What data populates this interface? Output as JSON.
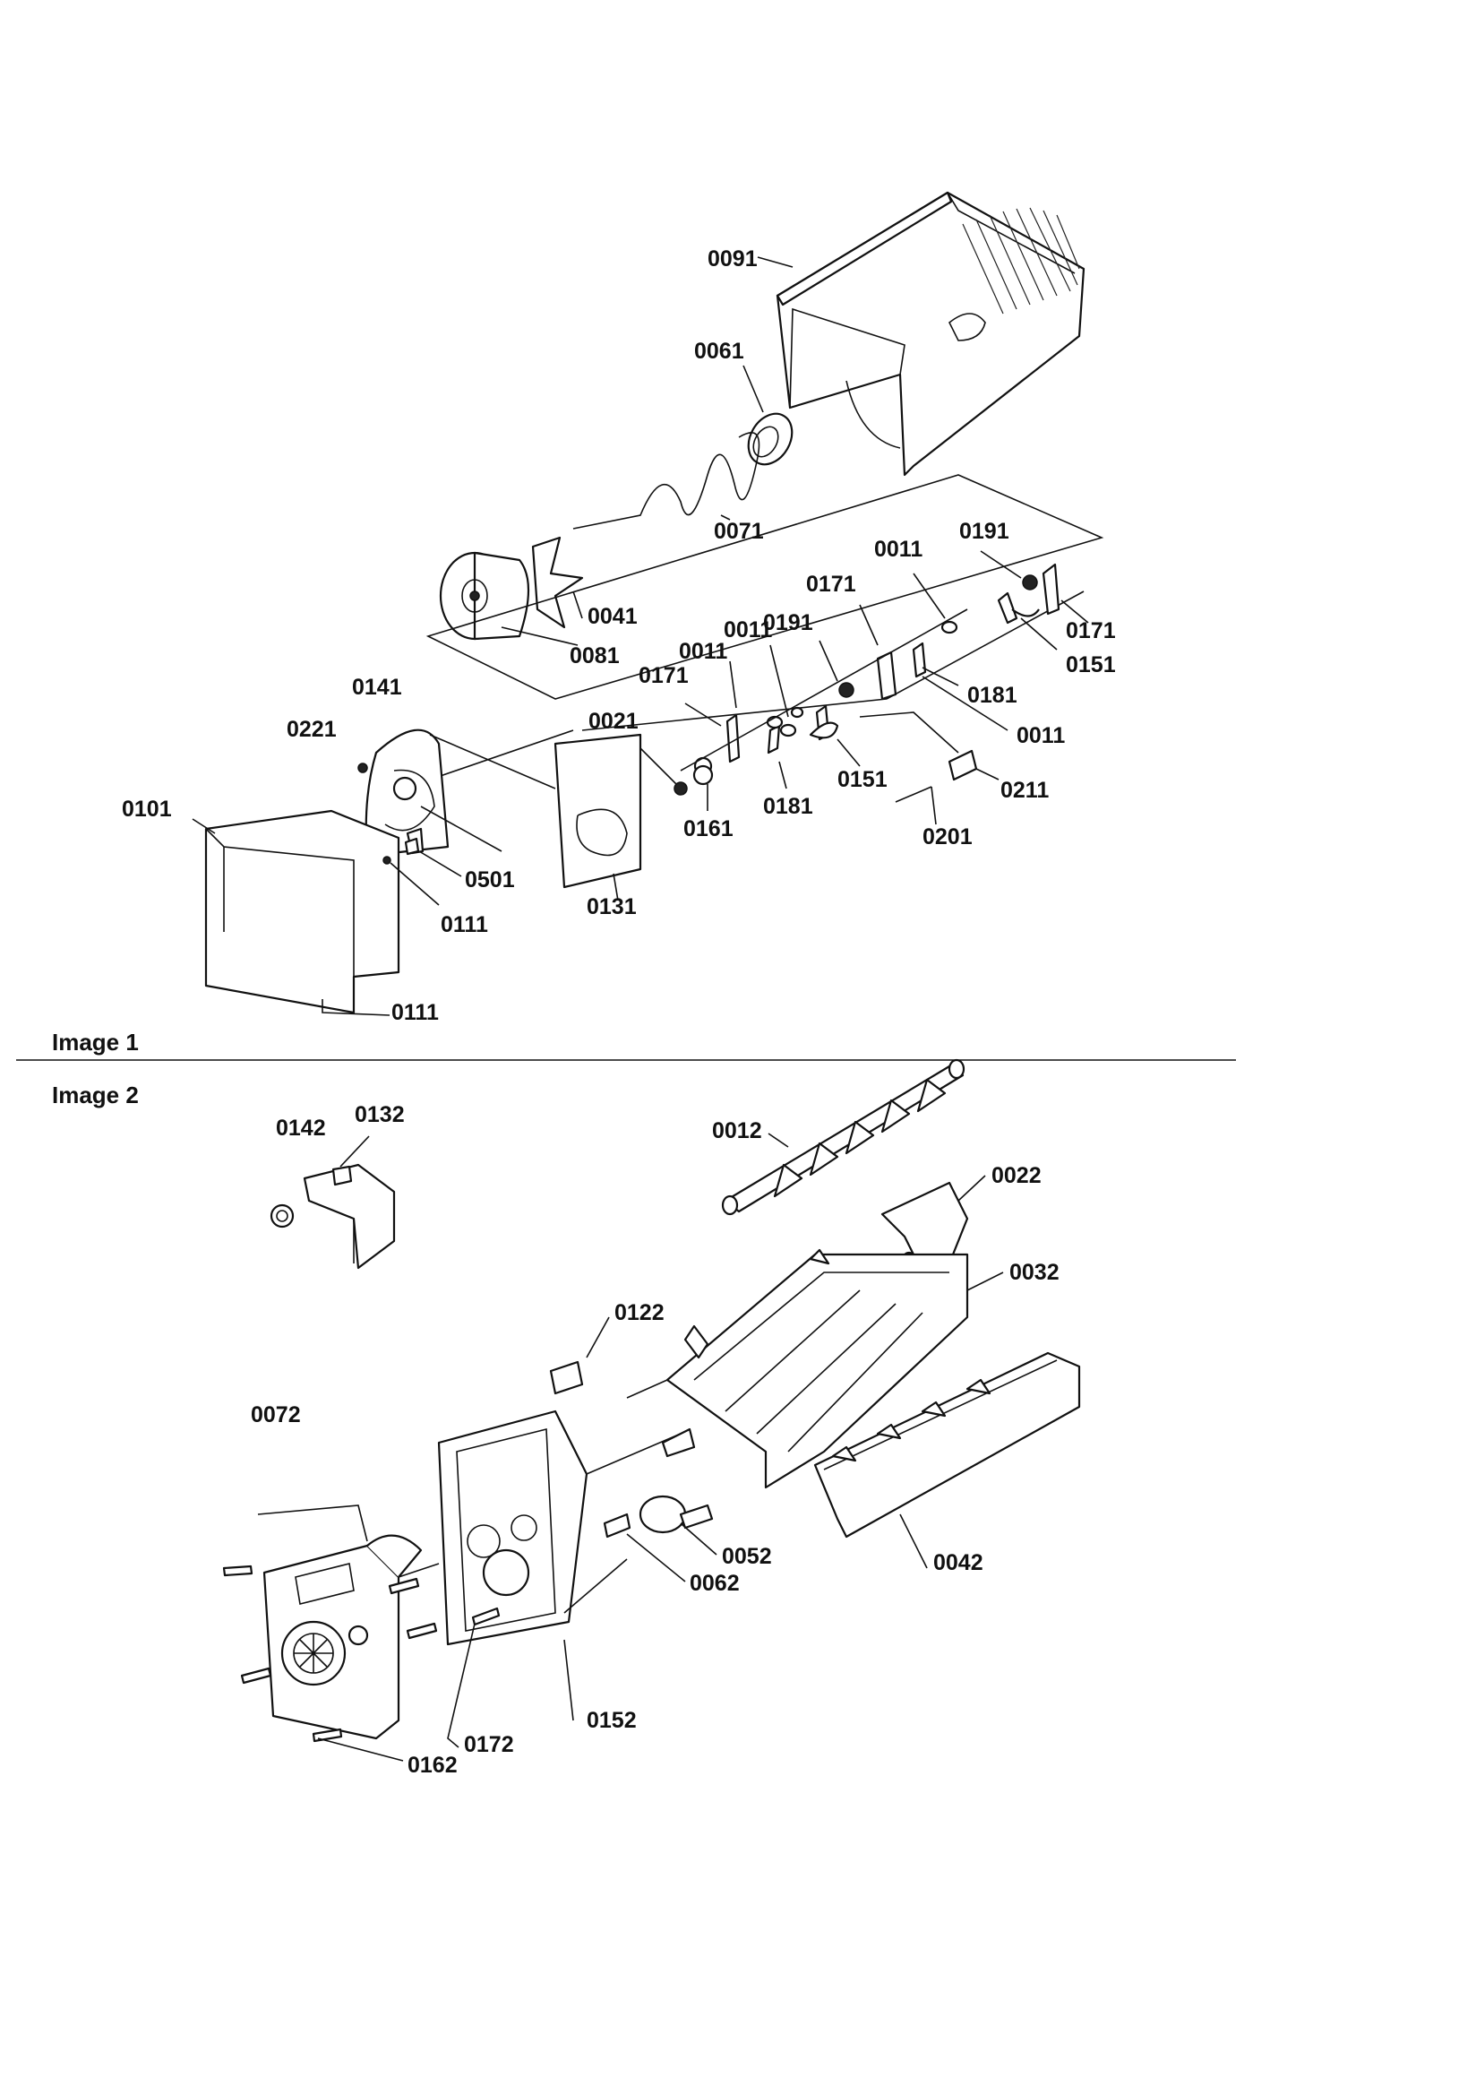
{
  "sections": [
    {
      "title": "Image 1"
    },
    {
      "title": "Image 2"
    }
  ],
  "callouts": {
    "c0091": "0091",
    "c0061": "0061",
    "c0071": "0071",
    "c0041": "0041",
    "c0081": "0081",
    "c0011a": "0011",
    "c0191a": "0191",
    "c0171a": "0171",
    "c0151a": "0151",
    "c0171b": "0171",
    "c0181a": "0181",
    "c0011b": "0011",
    "c0191b": "0191",
    "c0011c": "0011",
    "c0011d": "0011",
    "c0171c": "0171",
    "c0021": "0021",
    "c0141": "0141",
    "c0221": "0221",
    "c0101": "0101",
    "c0161": "0161",
    "c0181b": "0181",
    "c0151b": "0151",
    "c0211": "0211",
    "c0201": "0201",
    "c0501": "0501",
    "c0111a": "0111",
    "c0131": "0131",
    "c0111b": "0111",
    "c0142": "0142",
    "c0132": "0132",
    "c0012": "0012",
    "c0022": "0022",
    "c0032": "0032",
    "c0122": "0122",
    "c0072": "0072",
    "c0052": "0052",
    "c0062": "0062",
    "c0042": "0042",
    "c0152": "0152",
    "c0172": "0172",
    "c0162": "0162"
  }
}
